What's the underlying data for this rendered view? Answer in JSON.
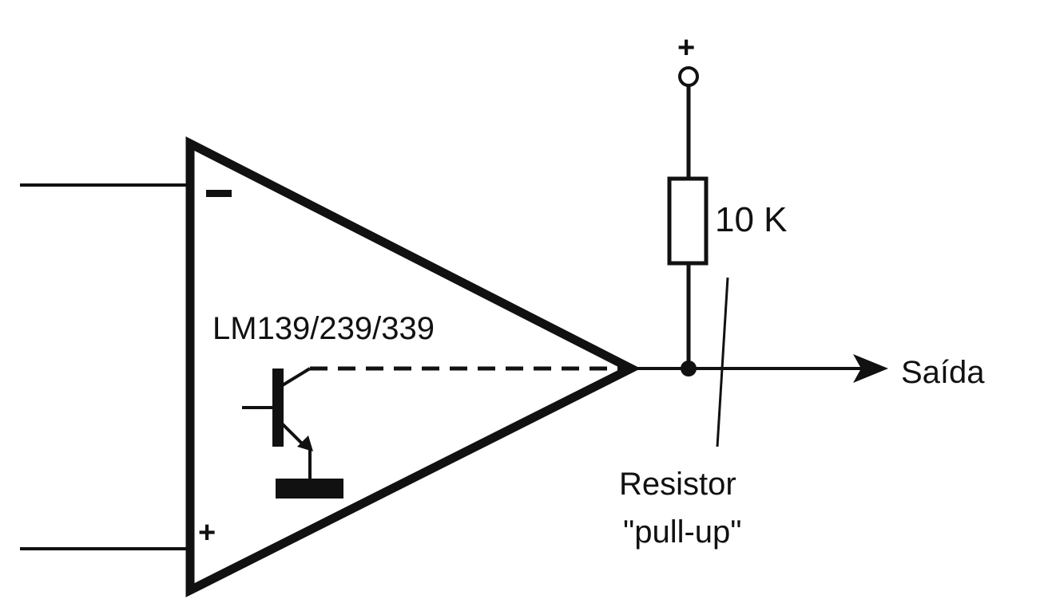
{
  "labels": {
    "supply_plus": "+",
    "resistor_value": "10 K",
    "chip_part": "LM139/239/339",
    "output": "Saída",
    "pullup_line1": "Resistor",
    "pullup_line2": "\"pull-up\""
  },
  "input_signs": {
    "inverting": "−",
    "non_inverting": "+"
  },
  "colors": {
    "stroke": "#111111",
    "background": "#ffffff"
  }
}
